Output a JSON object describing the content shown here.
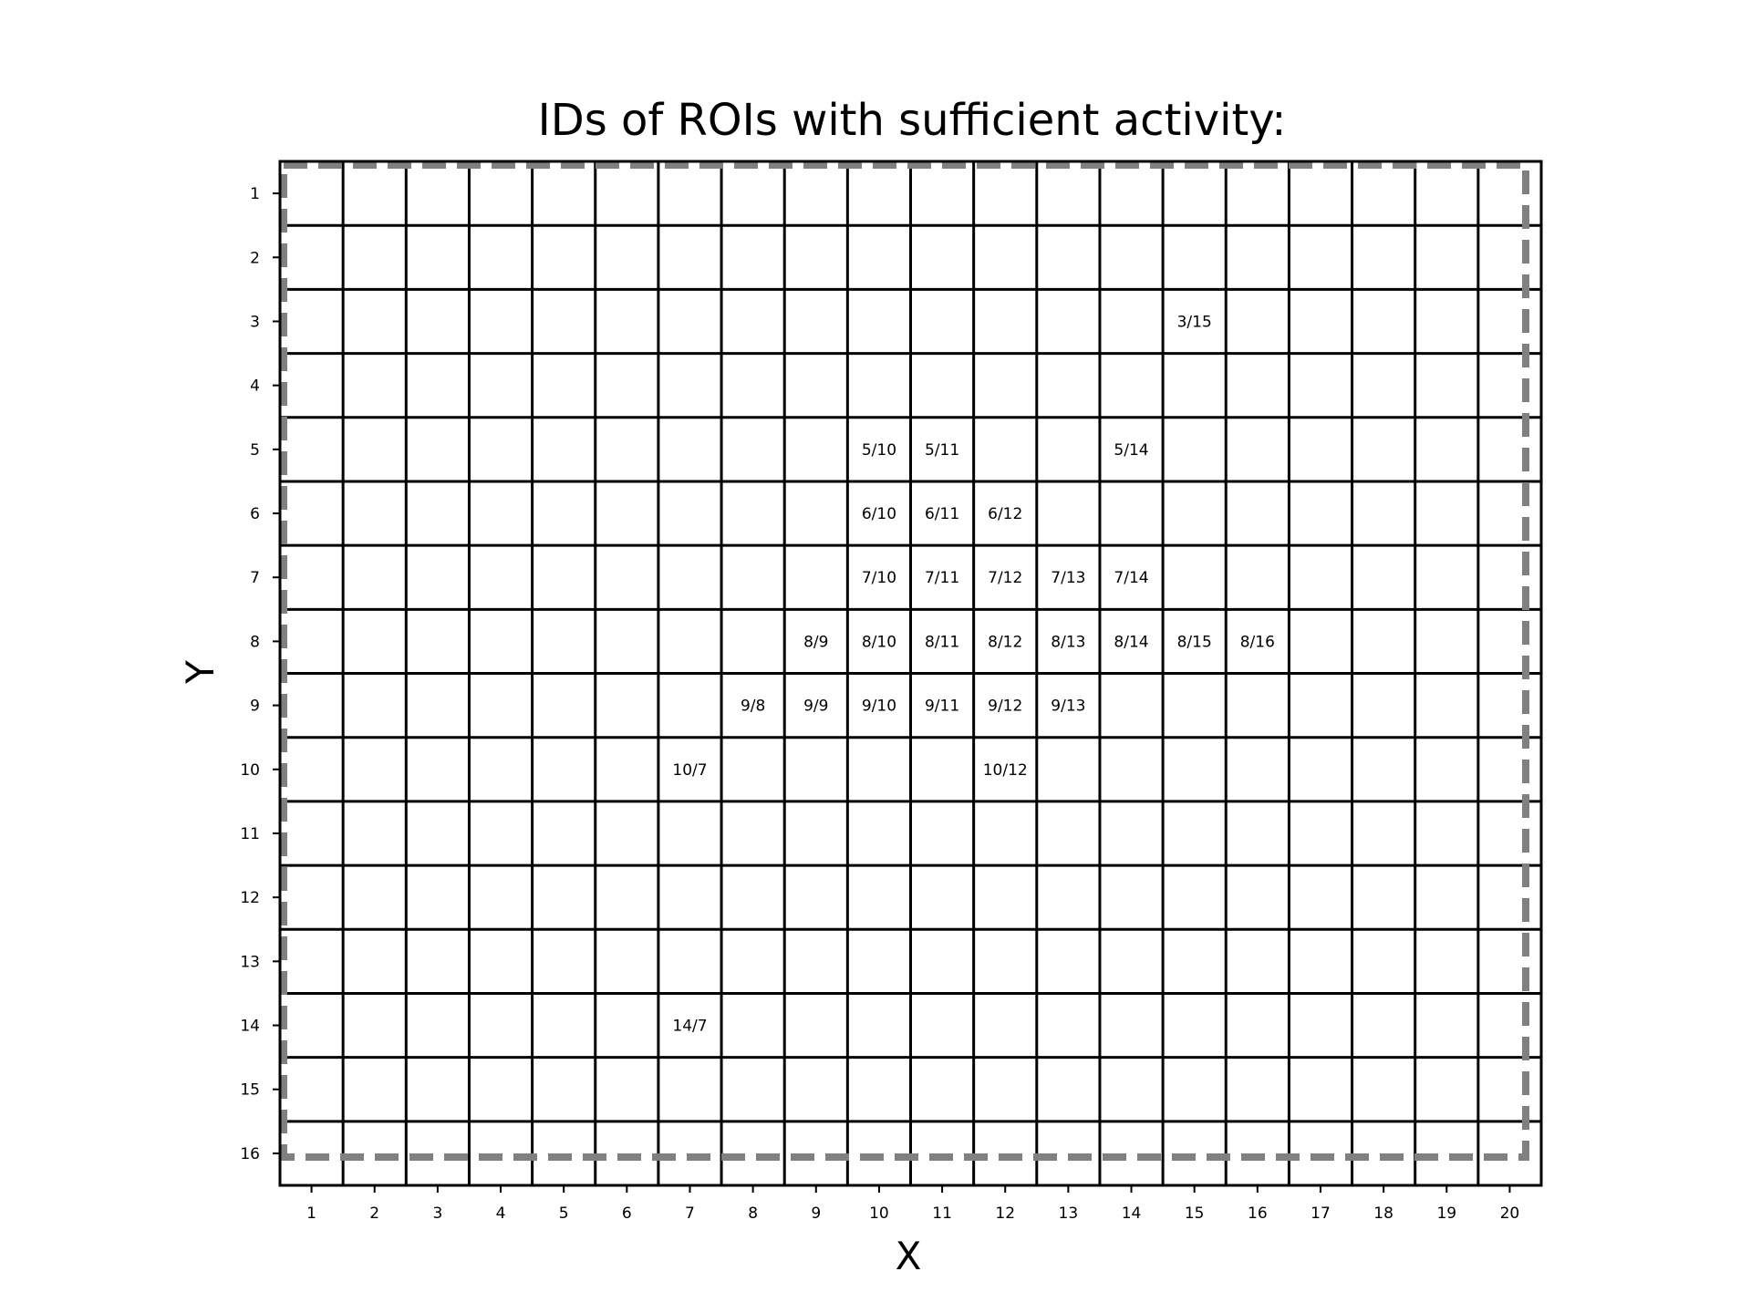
{
  "chart_data": {
    "type": "table",
    "title": "IDs of ROIs with sufficient activity:",
    "xlabel": "X",
    "ylabel": "Y",
    "xlim": [
      0.5,
      20.5
    ],
    "ylim": [
      16.5,
      0.5
    ],
    "x_ticks": [
      1,
      2,
      3,
      4,
      5,
      6,
      7,
      8,
      9,
      10,
      11,
      12,
      13,
      14,
      15,
      16,
      17,
      18,
      19,
      20
    ],
    "y_ticks": [
      1,
      2,
      3,
      4,
      5,
      6,
      7,
      8,
      9,
      10,
      11,
      12,
      13,
      14,
      15,
      16
    ],
    "y_axis_inverted": true,
    "grid": true,
    "roi_boundary_style": "gray dashed rectangle",
    "roi_boundary_color": "#808080",
    "grid_color": "#000000",
    "cells": [
      {
        "x": 15,
        "y": 3,
        "label": "3/15"
      },
      {
        "x": 10,
        "y": 5,
        "label": "5/10"
      },
      {
        "x": 11,
        "y": 5,
        "label": "5/11"
      },
      {
        "x": 14,
        "y": 5,
        "label": "5/14"
      },
      {
        "x": 10,
        "y": 6,
        "label": "6/10"
      },
      {
        "x": 11,
        "y": 6,
        "label": "6/11"
      },
      {
        "x": 12,
        "y": 6,
        "label": "6/12"
      },
      {
        "x": 10,
        "y": 7,
        "label": "7/10"
      },
      {
        "x": 11,
        "y": 7,
        "label": "7/11"
      },
      {
        "x": 12,
        "y": 7,
        "label": "7/12"
      },
      {
        "x": 13,
        "y": 7,
        "label": "7/13"
      },
      {
        "x": 14,
        "y": 7,
        "label": "7/14"
      },
      {
        "x": 9,
        "y": 8,
        "label": "8/9"
      },
      {
        "x": 10,
        "y": 8,
        "label": "8/10"
      },
      {
        "x": 11,
        "y": 8,
        "label": "8/11"
      },
      {
        "x": 12,
        "y": 8,
        "label": "8/12"
      },
      {
        "x": 13,
        "y": 8,
        "label": "8/13"
      },
      {
        "x": 14,
        "y": 8,
        "label": "8/14"
      },
      {
        "x": 15,
        "y": 8,
        "label": "8/15"
      },
      {
        "x": 16,
        "y": 8,
        "label": "8/16"
      },
      {
        "x": 8,
        "y": 9,
        "label": "9/8"
      },
      {
        "x": 9,
        "y": 9,
        "label": "9/9"
      },
      {
        "x": 10,
        "y": 9,
        "label": "9/10"
      },
      {
        "x": 11,
        "y": 9,
        "label": "9/11"
      },
      {
        "x": 12,
        "y": 9,
        "label": "9/12"
      },
      {
        "x": 13,
        "y": 9,
        "label": "9/13"
      },
      {
        "x": 7,
        "y": 10,
        "label": "10/7"
      },
      {
        "x": 12,
        "y": 10,
        "label": "10/12"
      },
      {
        "x": 7,
        "y": 14,
        "label": "14/7"
      }
    ]
  }
}
